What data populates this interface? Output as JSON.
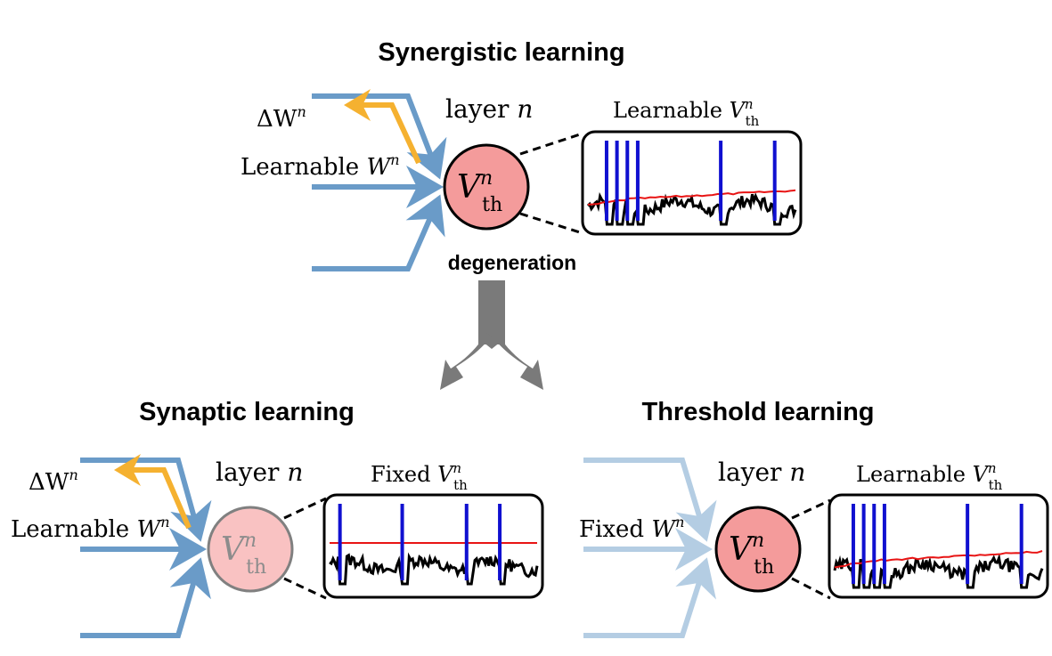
{
  "colors": {
    "arrow_blue": "#6a9bc8",
    "arrow_blue_light": "#b4cde3",
    "gradient_orange": "#f5b130",
    "neuron_fill": "#f49b9b",
    "neuron_fill_faded": "#f9c2c2",
    "spike_blue": "#1010d0",
    "threshold_red": "#e81414",
    "potential_black": "#000000",
    "big_arrow_gray": "#7a7a7a"
  },
  "top": {
    "title": "Synergistic learning",
    "delta_w": "ΔW",
    "delta_w_sup": "n",
    "weight_prefix": "Learnable ",
    "weight_var": "W",
    "weight_sup": "n",
    "layer_label": "layer ",
    "layer_var": "n",
    "neuron_var": "V",
    "neuron_sup": "n",
    "neuron_sub": "th",
    "threshold_prefix": "Learnable ",
    "threshold_var": "V",
    "threshold_sup": "n",
    "threshold_sub": "th",
    "arrow_label": "degeneration"
  },
  "left": {
    "title": "Synaptic learning",
    "delta_w": "ΔW",
    "delta_w_sup": "n",
    "weight_prefix": "Learnable ",
    "weight_var": "W",
    "weight_sup": "n",
    "layer_label": "layer ",
    "layer_var": "n",
    "neuron_var": "V",
    "neuron_sup": "n",
    "neuron_sub": "th",
    "threshold_prefix": "Fixed ",
    "threshold_var": "V",
    "threshold_sup": "n",
    "threshold_sub": "th"
  },
  "right": {
    "title": "Threshold learning",
    "weight_prefix": "Fixed ",
    "weight_var": "W",
    "weight_sup": "n",
    "layer_label": "layer ",
    "layer_var": "n",
    "neuron_var": "V",
    "neuron_sup": "n",
    "neuron_sub": "th",
    "threshold_prefix": "Learnable ",
    "threshold_var": "V",
    "threshold_sup": "n",
    "threshold_sub": "th"
  }
}
